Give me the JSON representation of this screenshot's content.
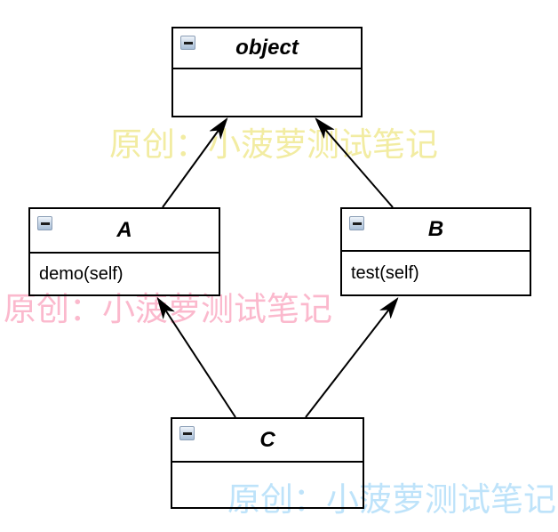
{
  "diagram": {
    "nodes": {
      "object": {
        "title": "object",
        "methods": []
      },
      "a": {
        "title": "A",
        "methods": [
          "demo(self)"
        ]
      },
      "b": {
        "title": "B",
        "methods": [
          "test(self)"
        ]
      },
      "c": {
        "title": "C",
        "methods": []
      }
    },
    "edges": [
      {
        "from": "A",
        "to": "object",
        "type": "inheritance"
      },
      {
        "from": "B",
        "to": "object",
        "type": "inheritance"
      },
      {
        "from": "C",
        "to": "A",
        "type": "inheritance"
      },
      {
        "from": "C",
        "to": "B",
        "type": "inheritance"
      }
    ]
  },
  "icons": {
    "collapse": "minus-icon"
  },
  "watermarks": [
    {
      "text": "原创：小菠萝测试笔记",
      "color": "#F2ECA2"
    },
    {
      "text": "原创：小菠萝测试笔记",
      "color": "#FBB9CD"
    },
    {
      "text": "原创：小菠萝测试笔记",
      "color": "#BEE3FA"
    }
  ],
  "colors": {
    "node_border": "#000000",
    "edge": "#000000",
    "background": "#FFFFFF",
    "node_fill": "transparent"
  }
}
